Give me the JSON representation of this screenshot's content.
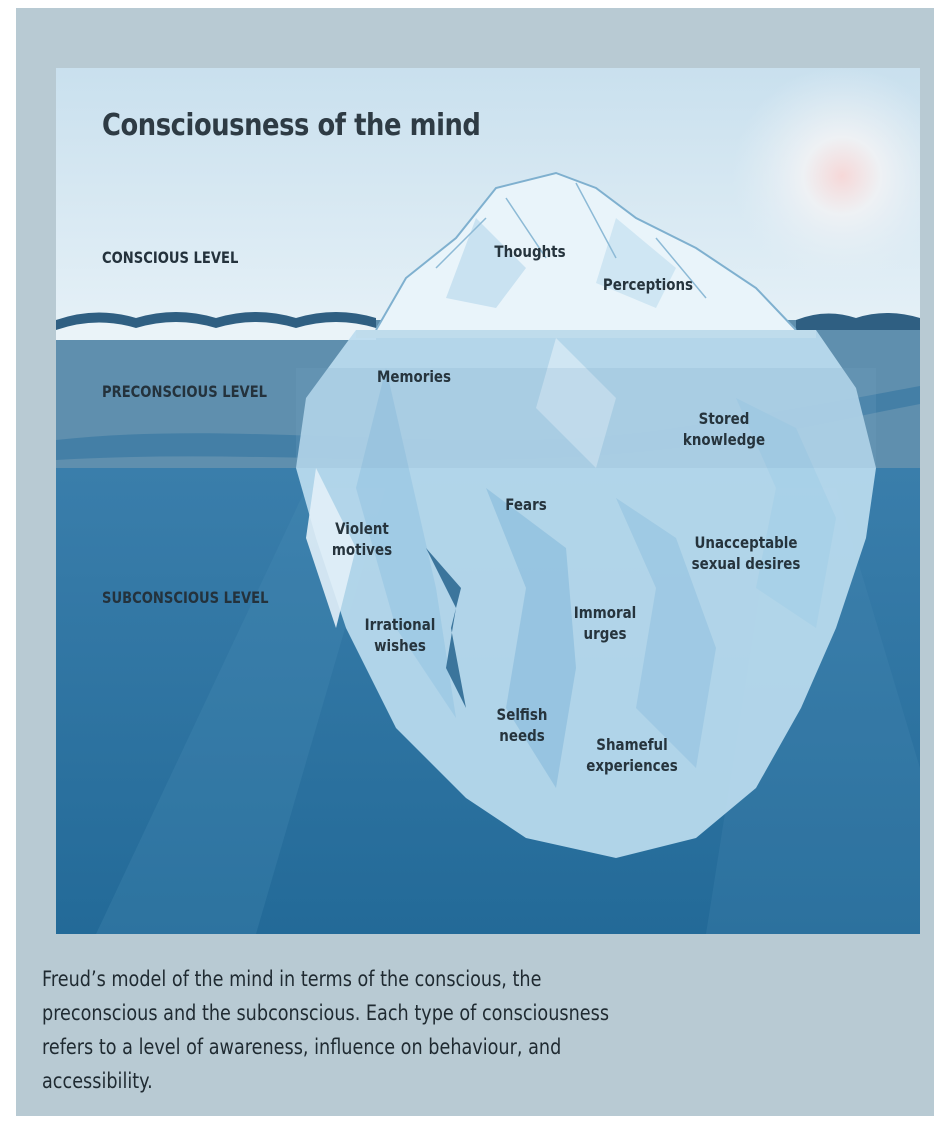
{
  "figure": {
    "title": "Consciousness of the mind",
    "levels": {
      "conscious": "CONSCIOUS LEVEL",
      "preconscious": "PRECONSCIOUS LEVEL",
      "subconscious": "SUBCONSCIOUS LEVEL"
    },
    "labels": {
      "thoughts": "Thoughts",
      "perceptions": "Perceptions",
      "memories": "Memories",
      "stored_knowledge": "Stored\nknowledge",
      "fears": "Fears",
      "violent_motives": "Violent\nmotives",
      "unacceptable_sexual_desires": "Unacceptable\nsexual desires",
      "irrational_wishes": "Irrational\nwishes",
      "immoral_urges": "Immoral\nurges",
      "selfish_needs": "Selfish\nneeds",
      "shameful_experiences": "Shameful\nexperiences"
    },
    "colors": {
      "sky": "#d6e8f2",
      "preconscious_water": "#5d8cad",
      "subconscious_water": "#2f74a3",
      "iceberg": "#cfe6f4",
      "page": "#b8cad3"
    }
  },
  "caption": "Freud’s model of the mind in terms of the conscious, the preconscious and the subconscious. Each type of consciousness refers to a level of awareness, influence on behaviour, and accessibility."
}
